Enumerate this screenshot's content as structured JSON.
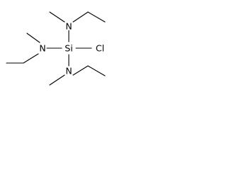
{
  "molecule": {
    "atoms": {
      "silicon": "Si",
      "chlorine": "Cl",
      "nitrogen_top": "N",
      "nitrogen_left": "N",
      "nitrogen_bottom": "N"
    }
  }
}
